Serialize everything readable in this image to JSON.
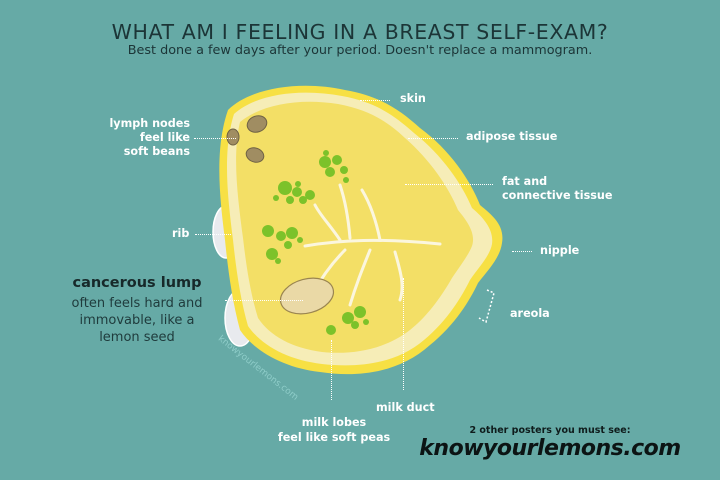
{
  "header": {
    "title": "WHAT AM I FEELING IN A BREAST SELF-EXAM?",
    "subtitle": "Best done a few days after your period. Doesn't replace a mammogram."
  },
  "labels": {
    "skin": "skin",
    "adipose": "adipose tissue",
    "fat_line1": "fat and",
    "fat_line2": "connective tissue",
    "nipple": "nipple",
    "areola": "areola",
    "lymph_line1": "lymph nodes",
    "lymph_line2": "feel like",
    "lymph_line3": "soft beans",
    "rib": "rib",
    "milk_duct": "milk duct",
    "milk_lobes_line1": "milk lobes",
    "milk_lobes_line2": "feel like soft peas"
  },
  "lump": {
    "title": "cancerous lump",
    "desc_line1": "often feels hard and",
    "desc_line2": "immovable, like a",
    "desc_line3": "lemon seed"
  },
  "footer": {
    "prompt": "2 other posters you must see:",
    "site": "knowyourlemons.com"
  },
  "watermark": "knowyourlemons.com",
  "colors": {
    "background": "#66aaa6",
    "lemon_rind": "#f5df3a",
    "lemon_flesh": "#f3e27a",
    "pea_green": "#7cc22a",
    "text_dark": "#1c3537"
  }
}
